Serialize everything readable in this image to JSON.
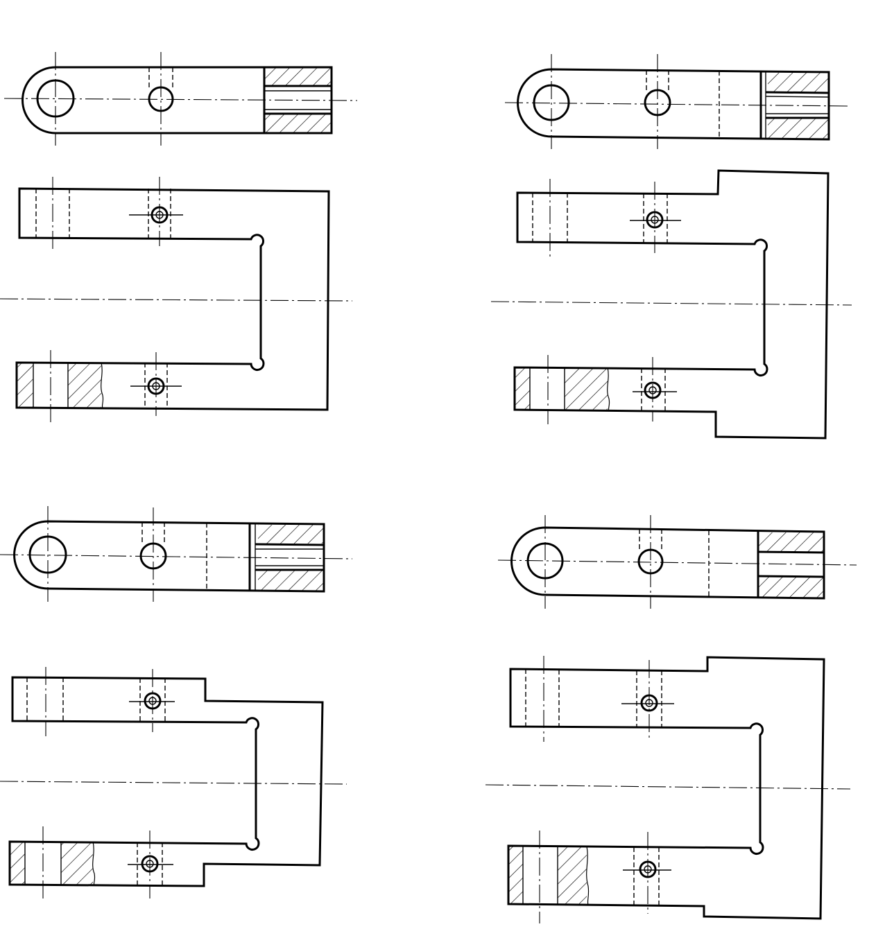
{
  "drawing": {
    "line_color": "#000000",
    "background_color": "#ffffff",
    "views": [
      {
        "id": "option-1",
        "top_view": "lever-top-view",
        "front_view": "fork-front-view",
        "stepped_profile": false,
        "top_view_hidden_line": false
      },
      {
        "id": "option-2",
        "top_view": "lever-top-view",
        "front_view": "fork-front-view",
        "stepped_profile": true,
        "top_view_hidden_line": true
      },
      {
        "id": "option-3",
        "top_view": "lever-top-view",
        "front_view": "fork-front-view",
        "stepped_profile": true,
        "top_view_hidden_line": true
      },
      {
        "id": "option-4",
        "top_view": "lever-top-view",
        "front_view": "fork-front-view",
        "stepped_profile": true,
        "top_view_hidden_line": true
      }
    ]
  }
}
